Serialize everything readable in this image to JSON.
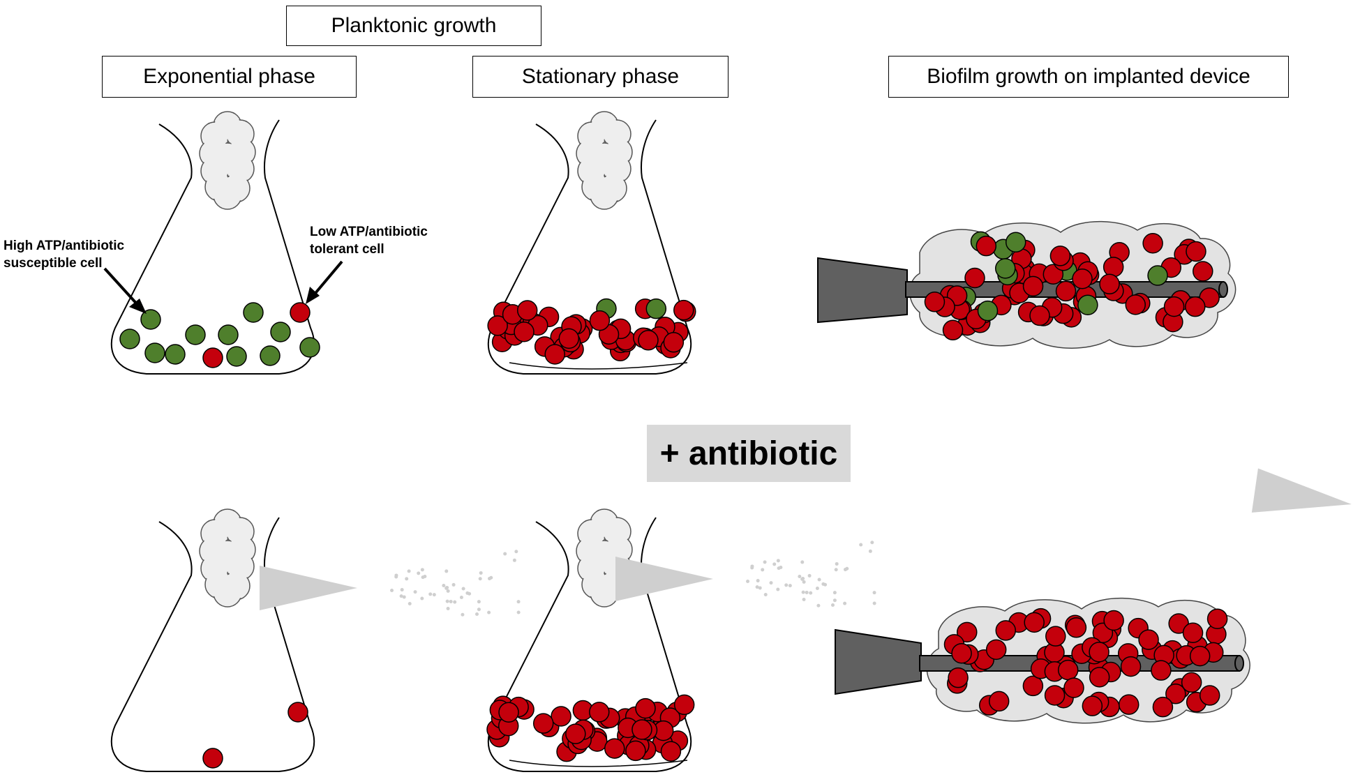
{
  "labels": {
    "planktonic": "Planktonic growth",
    "exponential": "Exponential phase",
    "stationary": "Stationary phase",
    "biofilm": "Biofilm growth on implanted device"
  },
  "annotations": {
    "susceptible": "High ATP/antibiotic\nsusceptible cell",
    "tolerant": "Low ATP/antibiotic\ntolerant cell"
  },
  "treatment_label": "+ antibiotic",
  "colors": {
    "susceptible_cell": "#4f7f2c",
    "tolerant_cell": "#c4000c",
    "cotton_plug": "#eeeeee",
    "biofilm_matrix": "#e3e3e3",
    "device": "#606060",
    "spray": "#cfcfcf",
    "treatment_box": "#d9d9d9"
  }
}
